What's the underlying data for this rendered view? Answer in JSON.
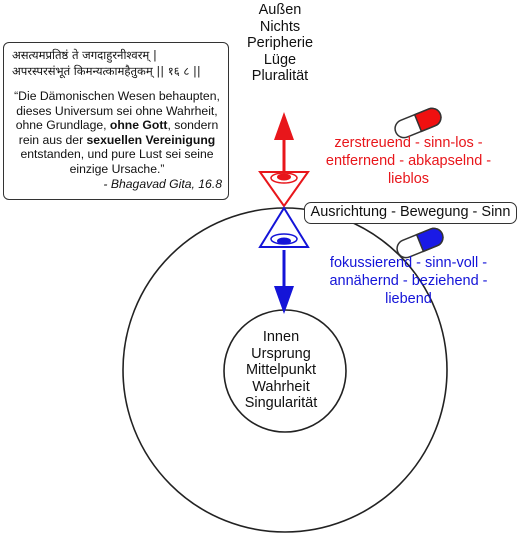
{
  "outer_keywords": [
    "Außen",
    "Nichts",
    "Peripherie",
    "Lüge",
    "Pluralität"
  ],
  "inner_keywords": [
    "Innen",
    "Ursprung",
    "Mittelpunkt",
    "Wahrheit",
    "Singularität"
  ],
  "quote": {
    "sanskrit_line_1": "असत्यमप्रतिष्ठं ते जगदाहुरनीश्वरम् |",
    "sanskrit_line_2": "अपरस्परसंभूतं किमन्यत्कामहैतुकम् || १६ ८ ||",
    "text_part_1": "“Die Dämonischen Wesen behaupten, dieses Universum sei ohne Wahrheit, ohne Grundlage, ",
    "bold_1": "ohne Gott",
    "text_part_2": ", sondern rein aus der ",
    "bold_2": "sexuellen Vereinigung",
    "text_part_3": " entstanden, und  pure Lust sei seine einzige Ursache.”",
    "attribution": "- Bhagavad Gita, 16.8"
  },
  "red_path": {
    "line_1": "zerstreuend - sinn-los -",
    "line_2": "entfernend - abkapselnd -",
    "line_3": "lieblos"
  },
  "blue_path": {
    "line_1": "fokussierend - sinn-voll -",
    "line_2": "annähernd - beziehend -",
    "line_3": "liebend"
  },
  "center_label": "Ausrichtung - Bewegung - Sinn",
  "colors": {
    "red": "#e8161b",
    "blue": "#1414d8",
    "pill_red": "#f01010",
    "pill_blue": "#1a1ae6",
    "outline": "#222222"
  }
}
